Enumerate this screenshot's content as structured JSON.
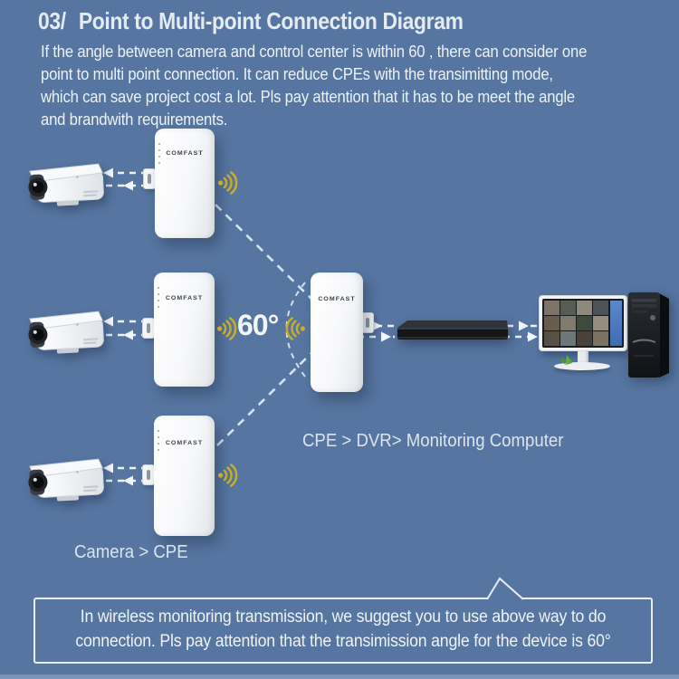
{
  "colors": {
    "background": "#5675A0",
    "wifi_gold": "#C9AE25",
    "text_light": "#E9EEF4",
    "device_white": "#F6F7F9",
    "device_dark": "#141519",
    "monitor_panel_blue": "#3E6CB6",
    "plant_green": "#57A829"
  },
  "header": {
    "section_number": "03/",
    "title": "Point to Multi-point Connection Diagram",
    "paragraph_lines": [
      "If the angle between camera and control center is within 60 , there can consider one",
      "point to multi point connection. It can reduce CPEs with the transimitting mode,",
      "which can save project cost a lot. Pls pay attention that it has to be meet the angle",
      "and brandwith requirements."
    ]
  },
  "diagram": {
    "cpe_logo": "COMFAST",
    "angle_label": "60°",
    "camera_chain_label": "Camera > CPE",
    "monitor_chain_label": "CPE > DVR> Monitoring Computer"
  },
  "note_box": {
    "lines": [
      "In wireless monitoring transmission, we suggest you to use above way to do",
      "connection. Pls pay attention that the transimission angle for the device is 60°"
    ]
  }
}
